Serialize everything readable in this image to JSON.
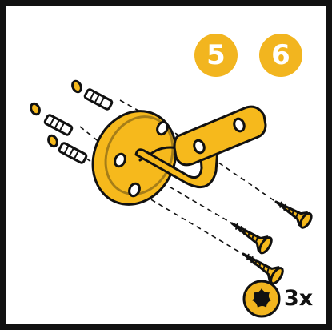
{
  "steps": [
    "5",
    "6"
  ],
  "screw_count": "3x",
  "colors": {
    "accent": "#F2B51F",
    "part_fill": "#F6B91C",
    "outline": "#111111",
    "frame": "#111111",
    "background": "#FFFFFF"
  },
  "icons": [
    "handrail-bracket-icon",
    "wall-plug-icon",
    "washer-icon",
    "wood-screw-icon",
    "torx-drive-icon"
  ]
}
